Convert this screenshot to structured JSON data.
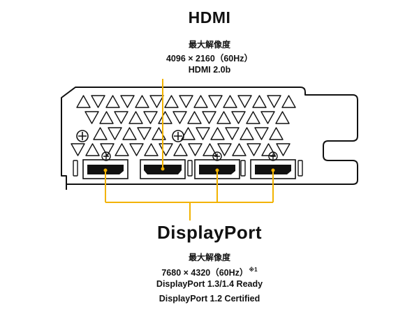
{
  "hdmi": {
    "title": "HDMI",
    "spec_label": "最大解像度",
    "resolution": "4096 × 2160（60Hz）",
    "version": "HDMI 2.0b"
  },
  "displayport": {
    "title": "DisplayPort",
    "spec_label": "最大解像度",
    "resolution": "7680 × 4320（60Hz）",
    "footnote_mark": "※1",
    "support_line1": "DisplayPort 1.3/1.4 Ready",
    "support_line2": "DisplayPort 1.2 Certified"
  },
  "colors": {
    "callout_line": "#f2b300",
    "outline": "#111111"
  }
}
